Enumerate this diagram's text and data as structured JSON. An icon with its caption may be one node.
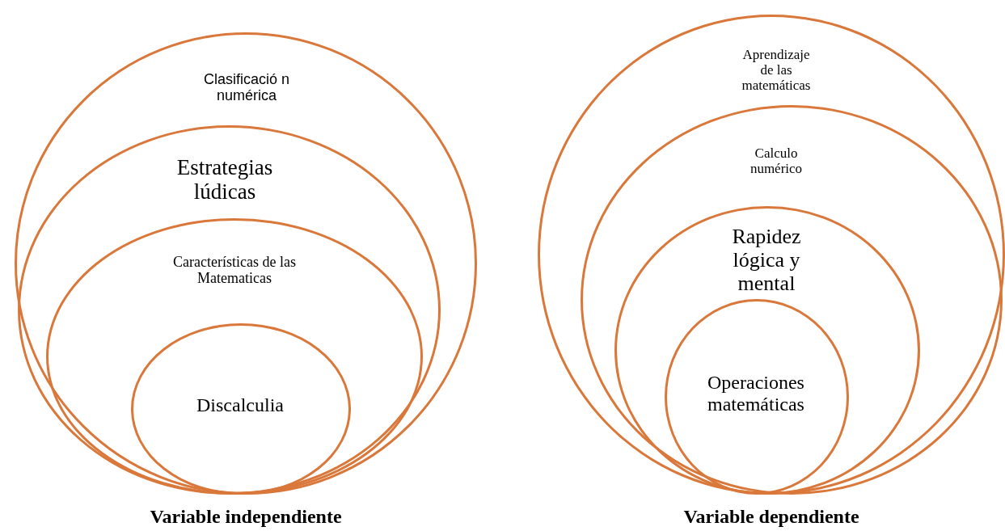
{
  "diagram": {
    "nodes": [
      {
        "text": [
          "Clasificació n numérica"
        ]
      },
      {
        "text": [
          "Estrategias lúdicas"
        ],
        "in": 0
      },
      {
        "text": [
          "Características de las Matematicas"
        ],
        "in": 1
      },
      {
        "text": [
          "Discalculia"
        ],
        "in": 2
      },
      {
        "text": [
          "Aprendizaje de las matemáticas"
        ]
      },
      {
        "text": [
          "Calculo numérico"
        ],
        "in": 4
      },
      {
        "text": [
          "Rapidez lógica y mental"
        ],
        "in": 5
      },
      {
        "text": [
          "Operaciones matemáticas"
        ],
        "in": 6
      }
    ],
    "labels": [
      "Variable independiente",
      "Variable dependiente"
    ]
  }
}
